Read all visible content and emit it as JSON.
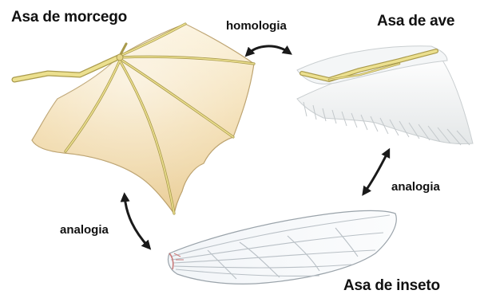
{
  "labels": {
    "bat_wing": "Asa de morcego",
    "bird_wing": "Asa de ave",
    "insect_wing": "Asa de inseto",
    "homology": "homologia",
    "analogy_right": "analogia",
    "analogy_left": "analogia"
  },
  "colors": {
    "membrane": "#f3dfb8",
    "bone": "#e6d68a",
    "bone_outline": "#a99a4c",
    "feather_shadow": "#c9ced0",
    "insect_vein": "#b9c0c6",
    "arrow": "#1a1a1a"
  }
}
